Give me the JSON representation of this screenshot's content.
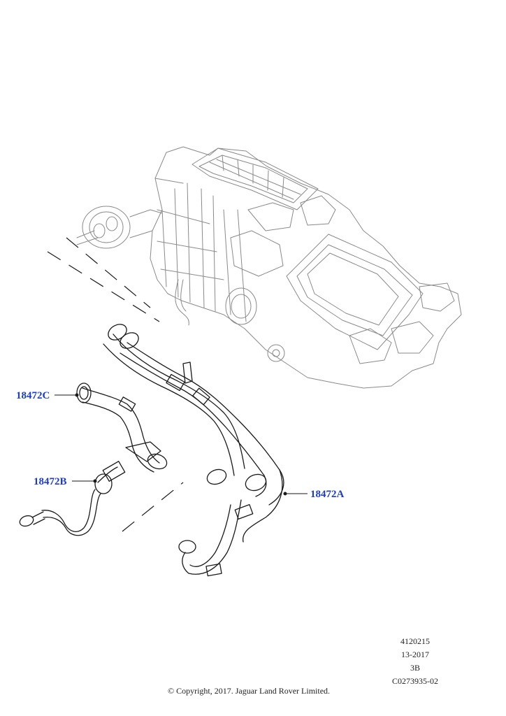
{
  "callouts": {
    "part_c": "18472C",
    "part_b": "18472B",
    "part_a": "18472A"
  },
  "reference": {
    "illustration_number": "4120215",
    "date_code": "13-2017",
    "revision": "3B",
    "document_id": "C0273935-02"
  },
  "copyright": "© Copyright, 2017. Jaguar Land Rover Limited.",
  "colors": {
    "callout_text": "#1a3ad6",
    "line_art": "#1a1a1a",
    "housing_lines": "#8a8a8a"
  }
}
